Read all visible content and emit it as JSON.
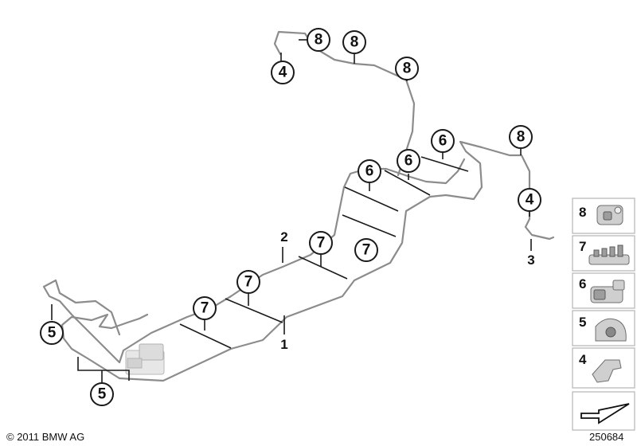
{
  "callouts": {
    "top_left_4": "4",
    "top_8a": "8",
    "top_8b": "8",
    "top_8c": "8",
    "mid_6a": "6",
    "mid_6b": "6",
    "mid_6c": "6",
    "right_8": "8",
    "right_4": "4",
    "mid_7a": "7",
    "mid_7b": "7",
    "mid_7c": "7",
    "mid_7d": "7",
    "left_5a": "5",
    "left_5b": "5"
  },
  "labels": {
    "line_1": "1",
    "line_2": "2",
    "line_3": "3"
  },
  "legend": {
    "items": [
      {
        "number": "8",
        "icon": "clip-8-icon"
      },
      {
        "number": "7",
        "icon": "clip-7-icon"
      },
      {
        "number": "6",
        "icon": "clip-6-icon"
      },
      {
        "number": "5",
        "icon": "clip-5-icon"
      },
      {
        "number": "4",
        "icon": "clip-4-icon"
      }
    ],
    "nav_icon": "arrow-nav-icon"
  },
  "footer": {
    "copyright": "© 2011 BMW AG",
    "diagram_id": "250684"
  }
}
